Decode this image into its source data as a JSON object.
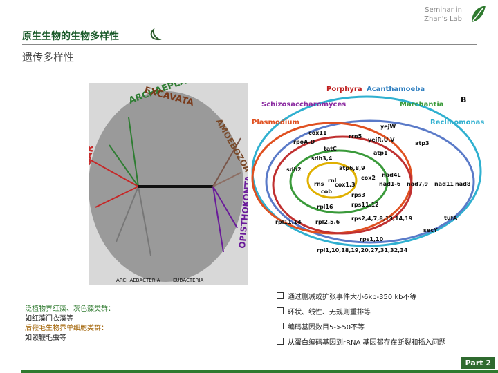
{
  "header": {
    "line1": "Seminar in",
    "line2": "Zhan's Lab"
  },
  "title": "原生生物的生物多样性",
  "subtitle": "遗传多样性",
  "tree_labels": {
    "archaeplastida": "ARCHAEPLASTIDA",
    "excavata": "EXCAVATA",
    "sar": "SAR",
    "amoebozoa": "AMOEBOZOA",
    "opisthokonta": "OPISTHOKONTA",
    "archaebacteria": "ARCHAEBACTERIA",
    "eubacteria": "EUBACTERIA"
  },
  "diagram": {
    "b": "B",
    "porphyra": "Porphyra",
    "acanthamoeba": "Acanthamoeba",
    "schizo": "Schizosaccharomyces",
    "marchantia": "Marchantia",
    "plasmodium": "Plasmodium",
    "reclinomonas": "Reclinomonas",
    "g1": "yejW",
    "g2": "cox11",
    "g3": "rrn5",
    "g4": "yejR,U,V",
    "g5": "rpoA-D",
    "g6": "atp3",
    "g7": "tatC",
    "g8": "atp1",
    "g9": "sdh3,4",
    "g10": "sdh2",
    "g11": "atp6,8,9",
    "g12": "nad4L",
    "g13": "cox2",
    "g14": "rnl",
    "g15": "nad1-6",
    "g16": "nad7,9",
    "g17": "nad11",
    "g18": "nad8",
    "g19": "rns",
    "g20": "cox1,3",
    "g21": "cob",
    "g22": "rps3",
    "g23": "rpl16",
    "g24": "rps11,12",
    "g25": "rps2,4,7,8,13,14,19",
    "g26": "rpl11,14",
    "g27": "rpl2,5,6",
    "g28": "tufA",
    "g29": "secY",
    "g30": "rps1,10",
    "g31": "rpl1,10,18,19,20,27,31,32,34"
  },
  "bullets": [
    "通过删减或扩张事件大小6kb-350 kb不等",
    "环状、线性、无规则重排等",
    "编码基因数目5->50不等",
    "从蛋白编码基因到rRNA 基因都存在断裂和插入问题"
  ],
  "notes": {
    "n1": "泛植物界红藻、灰色藻类群：",
    "n2": "如红藻门衣藻等",
    "n3": "后鞭毛生物界单细胞类群：",
    "n4": "如领鞭毛虫等"
  },
  "part": "Part 2",
  "colors": {
    "green": "#2f7a2f",
    "red": "#c0392b",
    "yellow": "#e0b000",
    "blue": "#3aa0d0"
  }
}
